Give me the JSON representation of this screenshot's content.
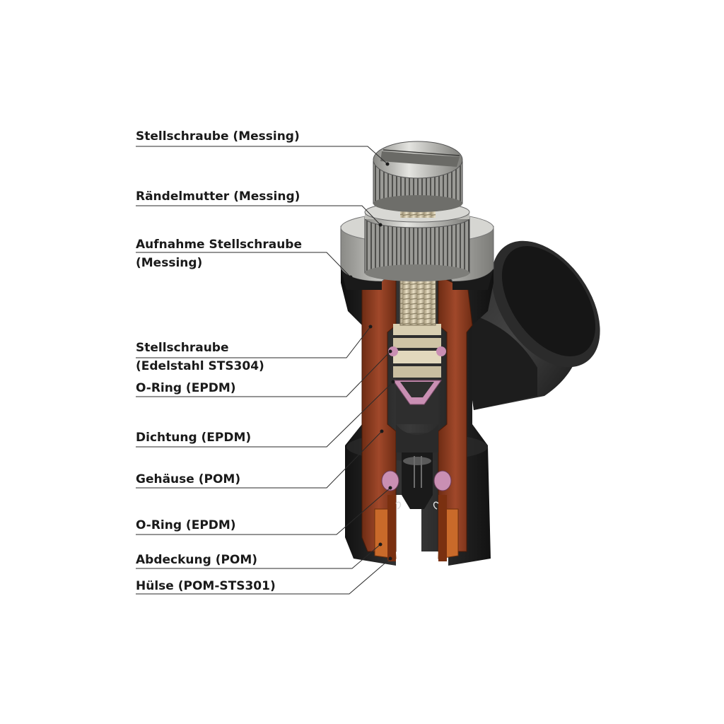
{
  "labels": [
    {
      "id": "stellschraube-messing",
      "lines": [
        "Stellschraube (Messing)"
      ]
    },
    {
      "id": "raendelmutter",
      "lines": [
        "Rändelmutter (Messing)"
      ]
    },
    {
      "id": "aufnahme-stellschraube",
      "lines": [
        "Aufnahme Stellschraube",
        "(Messing)"
      ]
    },
    {
      "id": "stellschraube-edelstahl",
      "lines": [
        "Stellschraube",
        "(Edelstahl STS304)"
      ]
    },
    {
      "id": "o-ring-1",
      "lines": [
        "O-Ring (EPDM)"
      ]
    },
    {
      "id": "dichtung",
      "lines": [
        "Dichtung (EPDM)"
      ]
    },
    {
      "id": "gehaeuse",
      "lines": [
        "Gehäuse (POM)"
      ]
    },
    {
      "id": "o-ring-2",
      "lines": [
        "O-Ring (EPDM)"
      ]
    },
    {
      "id": "abdeckung",
      "lines": [
        "Abdeckung (POM)"
      ]
    },
    {
      "id": "huelse",
      "lines": [
        "Hülse (POM-STS301)"
      ]
    }
  ],
  "colors": {
    "housing_black": "#1e1e1e",
    "cut_brown": "#8a3a1c",
    "brass_grey": "#bdbdb8",
    "thread_cream": "#d8cdb0",
    "o_ring_pink": "#c98fb3",
    "sleeve_orange": "#c96a2a"
  }
}
